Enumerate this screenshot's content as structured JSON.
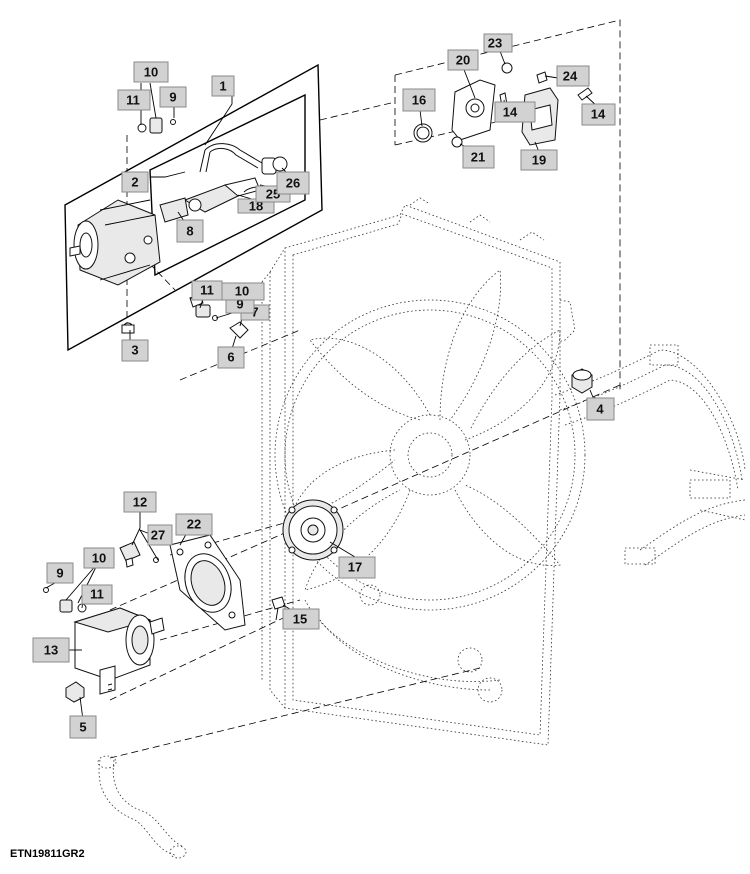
{
  "figure_id": "ETN19811GR2",
  "callouts": [
    {
      "label": "1"
    },
    {
      "label": "2"
    },
    {
      "label": "3"
    },
    {
      "label": "4"
    },
    {
      "label": "5"
    },
    {
      "label": "6"
    },
    {
      "label": "7"
    },
    {
      "label": "8"
    },
    {
      "label": "9"
    },
    {
      "label": "9"
    },
    {
      "label": "9"
    },
    {
      "label": "10"
    },
    {
      "label": "10"
    },
    {
      "label": "10"
    },
    {
      "label": "11"
    },
    {
      "label": "11"
    },
    {
      "label": "11"
    },
    {
      "label": "12"
    },
    {
      "label": "13"
    },
    {
      "label": "14"
    },
    {
      "label": "14"
    },
    {
      "label": "15"
    },
    {
      "label": "16"
    },
    {
      "label": "17"
    },
    {
      "label": "18"
    },
    {
      "label": "19"
    },
    {
      "label": "20"
    },
    {
      "label": "21"
    },
    {
      "label": "22"
    },
    {
      "label": "23"
    },
    {
      "label": "24"
    },
    {
      "label": "25"
    },
    {
      "label": "26"
    },
    {
      "label": "27"
    }
  ]
}
